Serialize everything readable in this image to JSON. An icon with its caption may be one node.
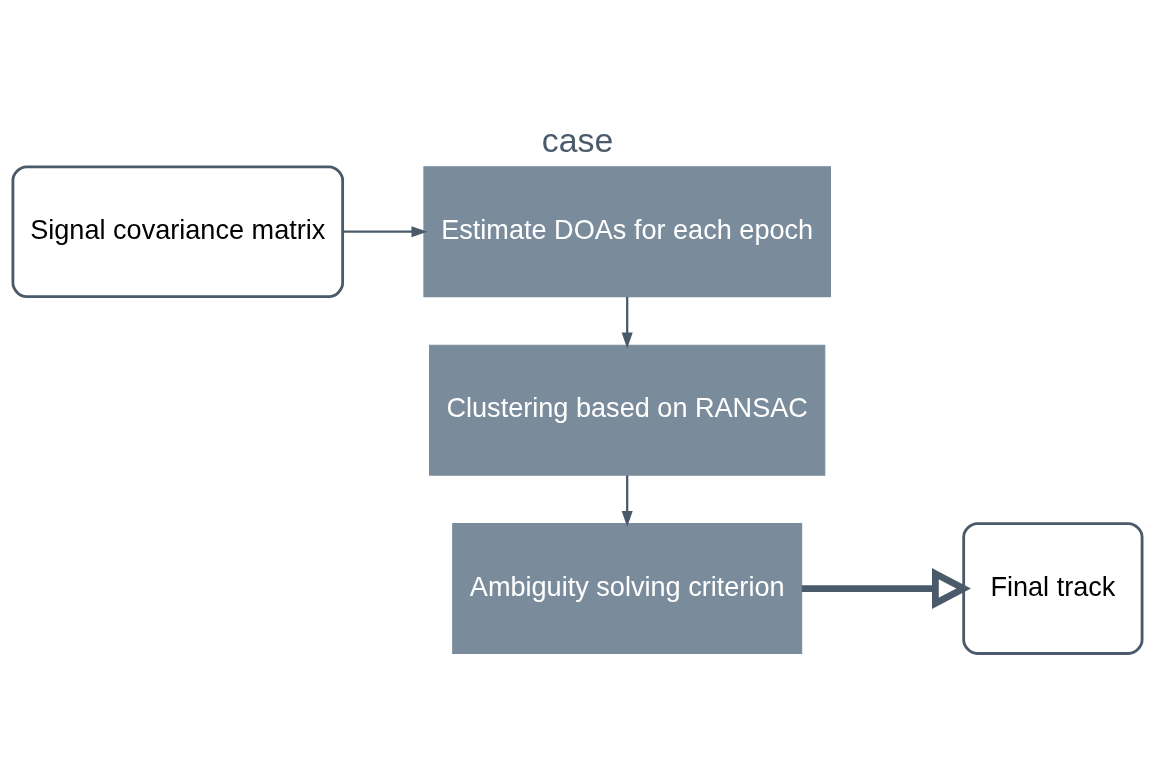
{
  "diagram": {
    "title": "case",
    "nodes": [
      {
        "text": [
          "Signal covariance matrix"
        ]
      },
      {
        "text": [
          "Estimate DOAs for each epoch"
        ]
      },
      {
        "text": [
          "Clustering based on RANSAC"
        ]
      },
      {
        "text": [
          "Ambiguity solving criterion"
        ]
      },
      {
        "text": [
          "Final track"
        ]
      }
    ],
    "edges": [
      {
        "from": 0,
        "to": 1,
        "arrow": "to"
      },
      {
        "from": 1,
        "to": 2,
        "arrow": "to"
      },
      {
        "from": 2,
        "to": 3,
        "arrow": "to"
      },
      {
        "from": 3,
        "to": 4,
        "arrow": "to",
        "style": "thick"
      }
    ]
  }
}
